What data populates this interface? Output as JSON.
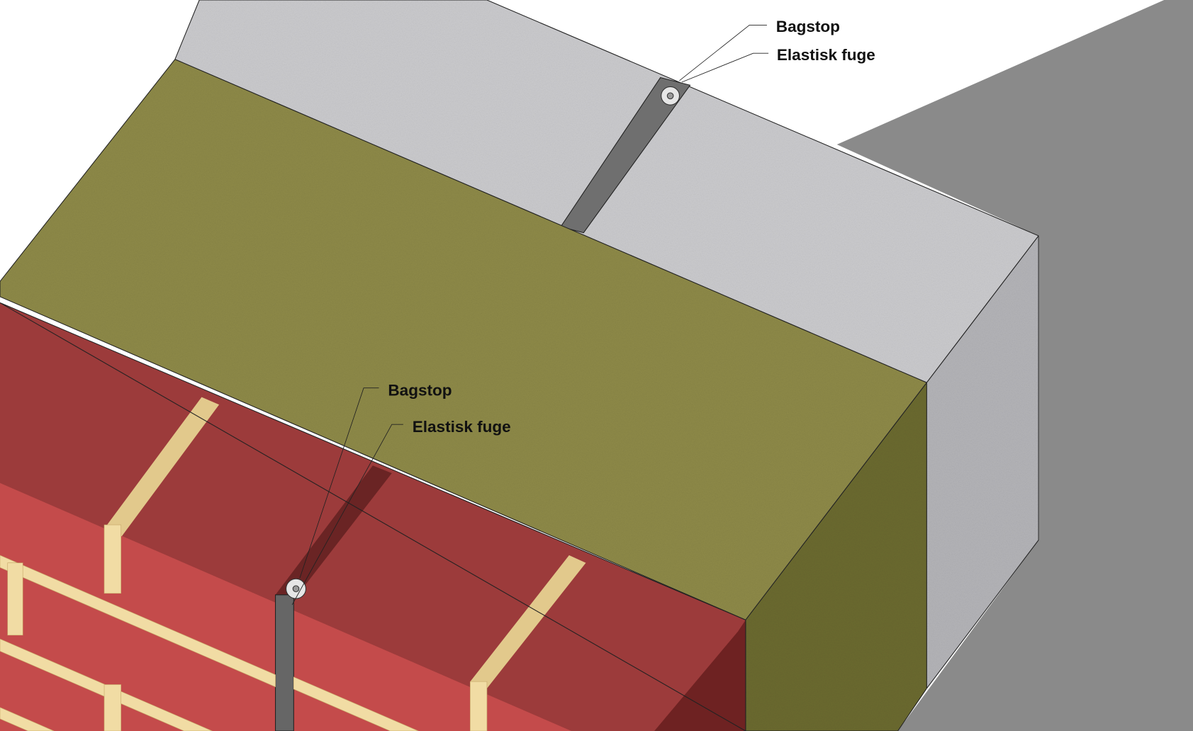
{
  "labels": {
    "top_bagstop": "Bagstop",
    "top_elastisk_fuge": "Elastisk fuge",
    "bottom_bagstop": "Bagstop",
    "bottom_elastisk_fuge": "Elastisk fuge"
  },
  "colors": {
    "background_wall": "#8a8a8a",
    "concrete": "#c9c9cc",
    "insulation": "#8e8a48",
    "brick_top": "#9c3b3b",
    "brick_front": "#c44b4b",
    "mortar": "#f1dca4",
    "joint": "#6e6e6e"
  }
}
